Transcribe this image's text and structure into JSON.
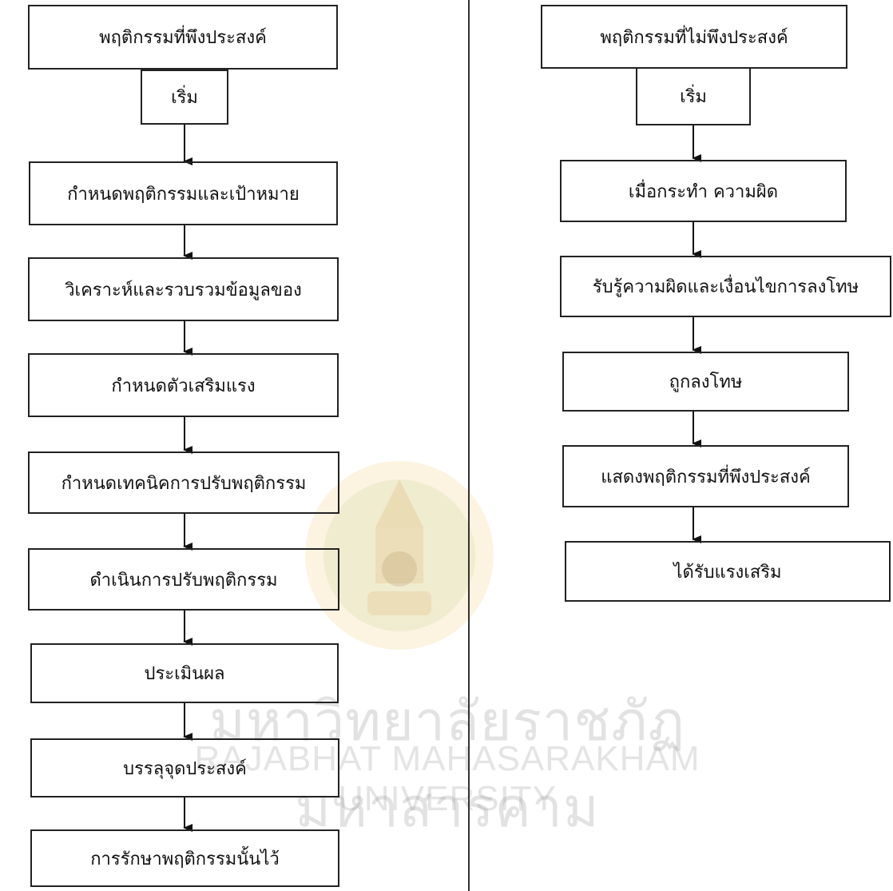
{
  "left_flow": [
    "พฤติกรรมที่พึงประสงค์",
    "เริ่ม",
    "กำหนดพฤติกรรมและเป้าหมาย",
    "วิเคราะห์และรวบรวมข้อมูลของ",
    "กำหนดตัวเสริมแรง",
    "กำหนดเทคนิคการปรับพฤติกรรม",
    "ดำเนินการปรับพฤติกรรม",
    "ประเมินผล",
    "บรรลุจุดประสงค์",
    "การรักษาพฤติกรรมนั้นไว้"
  ],
  "right_flow": [
    "พฤติกรรมที่ไม่พึงประสงค์",
    "เริ่ม",
    "เมื่อกระทำ ความผิด",
    "รับรู้ความผิดและเงื่อนไขการลงโทษ",
    "ถูกลงโทษ",
    "แสดงพฤติกรรมที่พึงประสงค์",
    "ได้รับแรงเสริม"
  ],
  "watermark": {
    "thai": "มหาวิทยาลัยราชภัฏมหาสารคาม",
    "english": "RAJABHAT MAHASARAKHAM UNIVERSITY"
  }
}
